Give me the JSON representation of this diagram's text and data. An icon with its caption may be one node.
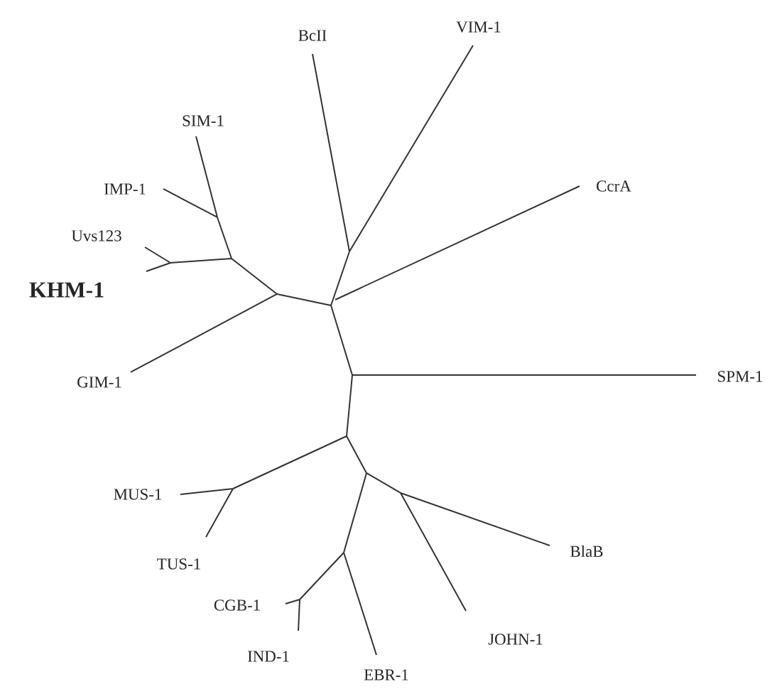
{
  "diagram": {
    "labels": [
      "BcII",
      "VIM-1",
      "SIM-1",
      "CcrA",
      "IMP-1",
      "Uvs123",
      "KHM-1",
      "GIM-1",
      "SPM-1",
      "MUS-1",
      "BlaB",
      "TUS-1",
      "CGB-1",
      "JOHN-1",
      "IND-1",
      "EBR-1"
    ]
  }
}
